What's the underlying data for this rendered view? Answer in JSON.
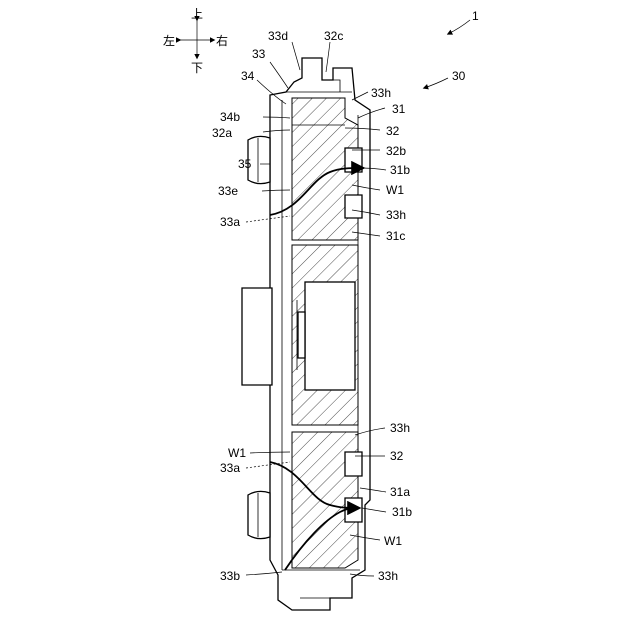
{
  "compass": {
    "up": "上",
    "down": "下",
    "left": "左",
    "right": "右"
  },
  "refs": {
    "r1": "1",
    "r30": "30",
    "r33d": "33d",
    "r32c": "32c",
    "r33": "33",
    "r34": "34",
    "r33h_top": "33h",
    "r31": "31",
    "r34b": "34b",
    "r32a": "32a",
    "r32_top": "32",
    "r32b": "32b",
    "r35": "35",
    "r31b_top": "31b",
    "r33e": "33e",
    "rW1_top": "W1",
    "r33a_top": "33a",
    "r33h_mid": "33h",
    "r31c": "31c",
    "r33h_low": "33h",
    "rW1_low": "W1",
    "r32_low": "32",
    "r33a_low": "33a",
    "r31a": "31a",
    "r31b_low": "31b",
    "rW1_bot": "W1",
    "r33b": "33b",
    "r33h_bot": "33h"
  },
  "colors": {
    "line": "#000000",
    "background": "#ffffff"
  }
}
